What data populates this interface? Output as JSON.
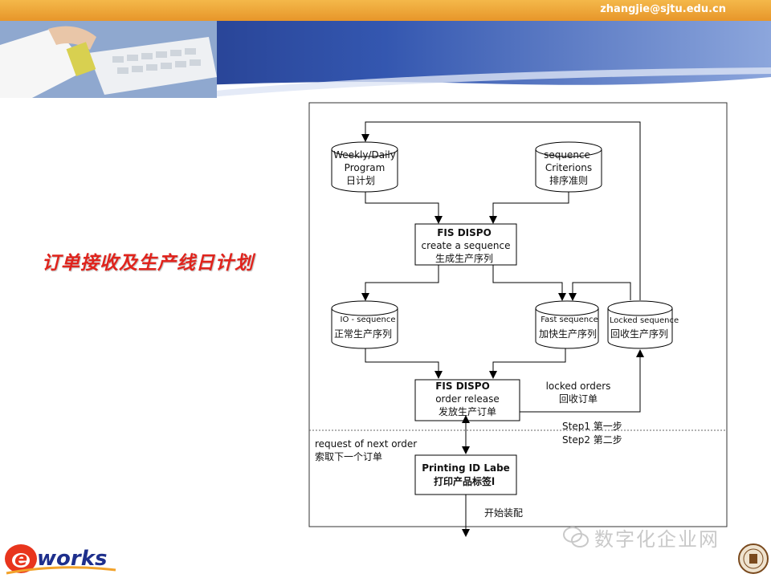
{
  "header": {
    "email": "zhangjie@sjtu.edu.cn"
  },
  "slide": {
    "title": "订单接收及生产线日计划"
  },
  "diagram": {
    "weekly": {
      "l1": "Weekly/Daily",
      "l2": "Program",
      "l3": "日计划"
    },
    "criterions": {
      "l1": "sequence",
      "l2": "Criterions",
      "l3": "排序准则"
    },
    "fis1": {
      "l1": "FIS DISPO",
      "l2": "create a sequence",
      "l3": "生成生产序列"
    },
    "io_seq": {
      "l1": "IO - sequence",
      "l2": "正常生产序列"
    },
    "fast_seq": {
      "l1": "Fast sequence",
      "l2": "加快生产序列"
    },
    "locked_seq": {
      "l1": "Locked sequence",
      "l2": "回收生产序列"
    },
    "fis2": {
      "l1": "FIS DISPO",
      "l2": "order release",
      "l3": "发放生产订单"
    },
    "locked_orders": {
      "l1": "locked orders",
      "l2": "回收订单"
    },
    "steps": {
      "s1": "Step1  第一步",
      "s2": "Step2  第二步"
    },
    "request": {
      "l1": "request of next order",
      "l2": "索取下一个订单"
    },
    "printing": {
      "l1": "Printing ID Labe",
      "l2": "打印产品标签l"
    },
    "start": "开始装配"
  },
  "footer": {
    "logo_text": "eworks",
    "watermark": "数字化企业网"
  }
}
